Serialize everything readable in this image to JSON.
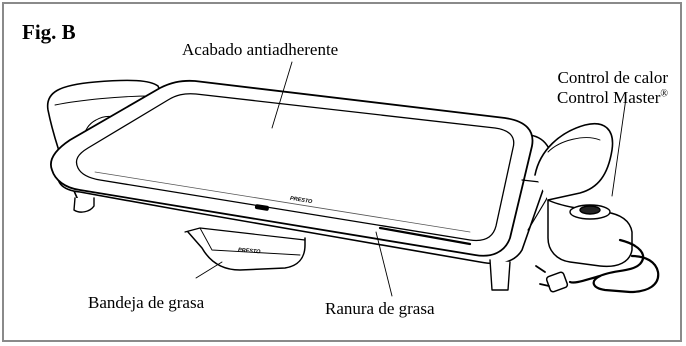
{
  "figure": {
    "title": "Fig. B"
  },
  "labels": {
    "nonstick_finish": "Acabado antiadherente",
    "heat_control_line1": "Control de calor",
    "heat_control_line2": "Control Master",
    "heat_control_mark": "®",
    "drip_tray": "Bandeja de grasa",
    "grease_channel": "Ranura de grasa",
    "brand_plate": "PRESTO",
    "brand_tray": "PRESTO"
  }
}
